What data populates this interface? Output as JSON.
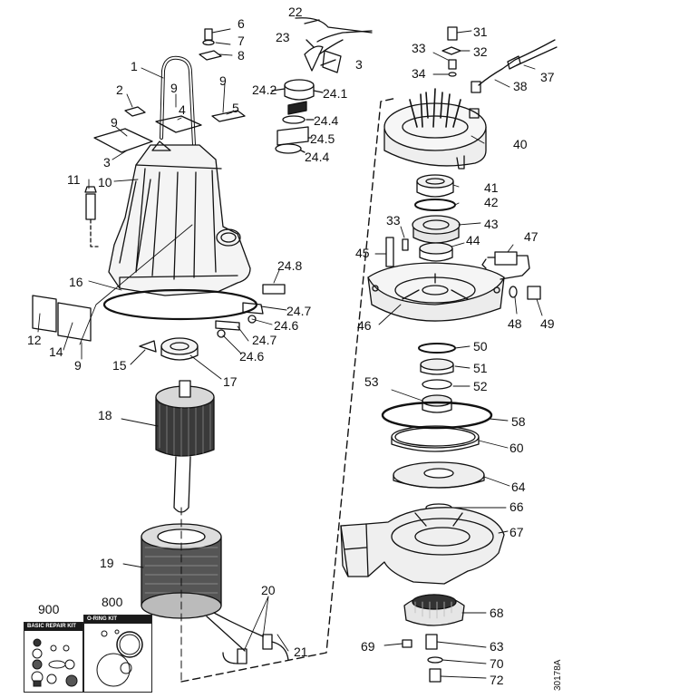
{
  "parts": {
    "p1": "1",
    "p2": "2",
    "p3a": "3",
    "p3b": "3",
    "p4": "4",
    "p5": "5",
    "p6": "6",
    "p7": "7",
    "p8": "8",
    "p9a": "9",
    "p9b": "9",
    "p9c": "9",
    "p9d": "9",
    "p10": "10",
    "p11": "11",
    "p12": "12",
    "p14": "14",
    "p15": "15",
    "p16": "16",
    "p17": "17",
    "p18": "18",
    "p19": "19",
    "p20": "20",
    "p21": "21",
    "p22": "22",
    "p23": "23",
    "p24_1": "24.1",
    "p24_2": "24.2",
    "p24_4a": "24.4",
    "p24_4b": "24.4",
    "p24_5": "24.5",
    "p24_6a": "24.6",
    "p24_6b": "24.6",
    "p24_7a": "24.7",
    "p24_7b": "24.7",
    "p24_8": "24.8",
    "p31": "31",
    "p32": "32",
    "p33a": "33",
    "p33b": "33",
    "p34": "34",
    "p37": "37",
    "p38": "38",
    "p40": "40",
    "p41": "41",
    "p42": "42",
    "p43": "43",
    "p44": "44",
    "p45": "45",
    "p46": "46",
    "p47": "47",
    "p48": "48",
    "p49": "49",
    "p50": "50",
    "p51": "51",
    "p52": "52",
    "p53": "53",
    "p58": "58",
    "p60": "60",
    "p63": "63",
    "p64": "64",
    "p66": "66",
    "p67": "67",
    "p68": "68",
    "p69": "69",
    "p70": "70",
    "p72": "72"
  },
  "kits": {
    "basic_number": "900",
    "basic_title": "BASIC REPAIR KIT",
    "oring_number": "800",
    "oring_title": "O-RING KIT"
  },
  "drawing_number": "30178A"
}
